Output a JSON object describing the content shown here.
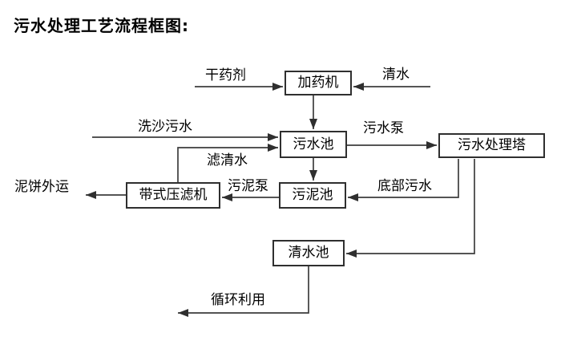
{
  "title": "污水处理工艺流程框图:",
  "nodes": {
    "dosing_machine": "加药机",
    "sewage_pool": "污水池",
    "sewage_treatment_tower": "污水处理塔",
    "sludge_pool": "污泥池",
    "belt_filter_press": "带式压滤机",
    "clear_water_pool": "清水池"
  },
  "edge_labels": {
    "dry_chemical": "干药剂",
    "clear_water": "清水",
    "sand_washing_sewage": "洗沙污水",
    "filtered_water": "滤清水",
    "sewage_pump": "污水泵",
    "bottom_sewage": "底部污水",
    "sludge_pump": "污泥泵",
    "mud_cake_outbound": "泥饼外运",
    "recycling": "循环利用"
  },
  "edges": [
    {
      "label": "干药剂",
      "to": "加药机"
    },
    {
      "label": "清水",
      "to": "加药机"
    },
    {
      "from": "加药机",
      "to": "污水池"
    },
    {
      "label": "洗沙污水",
      "to": "污水池"
    },
    {
      "from": "带式压滤机",
      "label": "滤清水",
      "to": "污水池"
    },
    {
      "from": "污水池",
      "label": "污水泵",
      "to": "污水处理塔"
    },
    {
      "from": "污水池",
      "to": "污泥池"
    },
    {
      "from": "污水处理塔",
      "label": "底部污水",
      "to": "污泥池"
    },
    {
      "from": "污泥池",
      "label": "污泥泵",
      "to": "带式压滤机"
    },
    {
      "from": "带式压滤机",
      "label": "泥饼外运"
    },
    {
      "from": "污水处理塔",
      "to": "清水池"
    },
    {
      "from": "清水池",
      "label": "循环利用"
    }
  ],
  "colors": {
    "line": "#3d3d3d",
    "box_border": "#2f2f2f",
    "text": "#000000",
    "background": "#ffffff"
  }
}
